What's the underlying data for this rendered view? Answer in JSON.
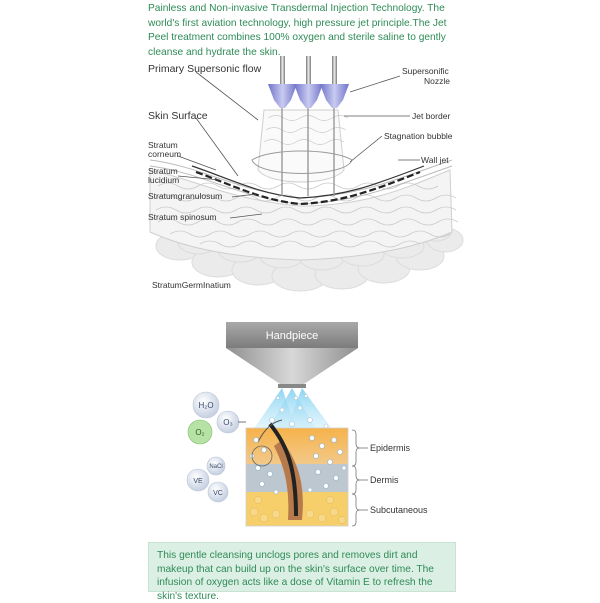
{
  "intro": "Painless and Non-invasive Transdermal Injection Technology. The world's first aviation technology, high pressure jet principle.The Jet Peel treatment combines 100% oxygen and sterile saline to gently cleanse and hydrate the skin.",
  "top_labels": {
    "primary_flow": "Primary Supersonic flow",
    "skin_surface": "Skin Surface",
    "stratum_corneum_1": "Stratum",
    "stratum_corneum_2": "corneum",
    "stratum_lucidium_1": "Stratum",
    "stratum_lucidium_2": "lucidium",
    "stratum_granulosum": "Stratumgranulosum",
    "stratum_spinosum": "Stratum spinosum",
    "stratum_germinatium": "StratumGermInatium",
    "nozzle_1": "Supersonific",
    "nozzle_2": "Nozzle",
    "jet_border": "Jet border",
    "stagnation_bubble": "Stagnation bubble",
    "wall_jet": "Wall jet"
  },
  "bottom_labels": {
    "handpiece": "Handpiece",
    "h2o": "H₂O",
    "o3": "O₃",
    "o2": "O₂",
    "nacl": "NaCl",
    "ve": "VE",
    "vc": "VC",
    "epidermis": "Epidermis",
    "dermis": "Dermis",
    "subcutaneous": "Subcutaneous"
  },
  "note": "This gentle cleansing unclogs pores and removes dirt and makeup that can build up on the skin's surface over time. The infusion of oxygen acts like a dose of Vitamin E to refresh the skin's texture.",
  "colors": {
    "text_green": "#2e8b57",
    "note_bg": "#dcefe4",
    "epidermis": "#f2a33a",
    "dermis": "#b9c4cc",
    "subcutaneous": "#f3c55d",
    "handpiece": "#9a9a9a",
    "spray": "#bfe6f7",
    "nozzle": "#8c8fd6"
  }
}
